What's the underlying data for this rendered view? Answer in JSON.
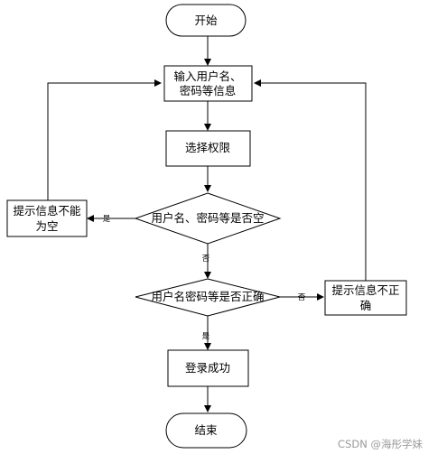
{
  "nodes": {
    "start": "开始",
    "input_line1": "输入用户名、",
    "input_line2": "密码等信息",
    "select_permission": "选择权限",
    "check_empty": "用户名、密码等是否空",
    "empty_prompt_line1": "提示信息不能",
    "empty_prompt_line2": "为空",
    "check_correct": "用户名密码等是否正确",
    "wrong_prompt_line1": "提示信息不正",
    "wrong_prompt_line2": "确",
    "login_success": "登录成功",
    "end": "结束"
  },
  "edge_labels": {
    "empty_yes": "是",
    "empty_no": "否",
    "correct_no": "否",
    "correct_yes": "是"
  },
  "watermark": "CSDN @海彤学妹"
}
